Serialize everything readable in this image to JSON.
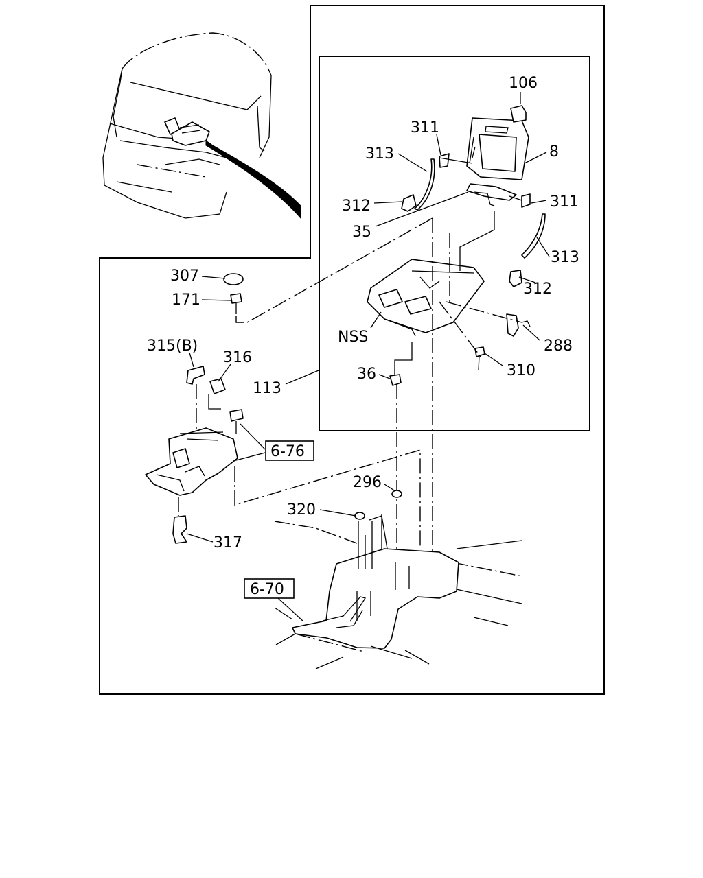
{
  "labels": {
    "p106": "106",
    "p311a": "311",
    "p8": "8",
    "p313a": "313",
    "p312a": "312",
    "p311b": "311",
    "p35": "35",
    "p313b": "313",
    "p312b": "312",
    "p307": "307",
    "p171": "171",
    "pNSS": "NSS",
    "p288": "288",
    "p315b": "315(B)",
    "p316": "316",
    "p310": "310",
    "p36": "36",
    "p113": "113",
    "ref676": "6-76",
    "p296": "296",
    "p320": "320",
    "p317": "317",
    "ref670": "6-70"
  }
}
